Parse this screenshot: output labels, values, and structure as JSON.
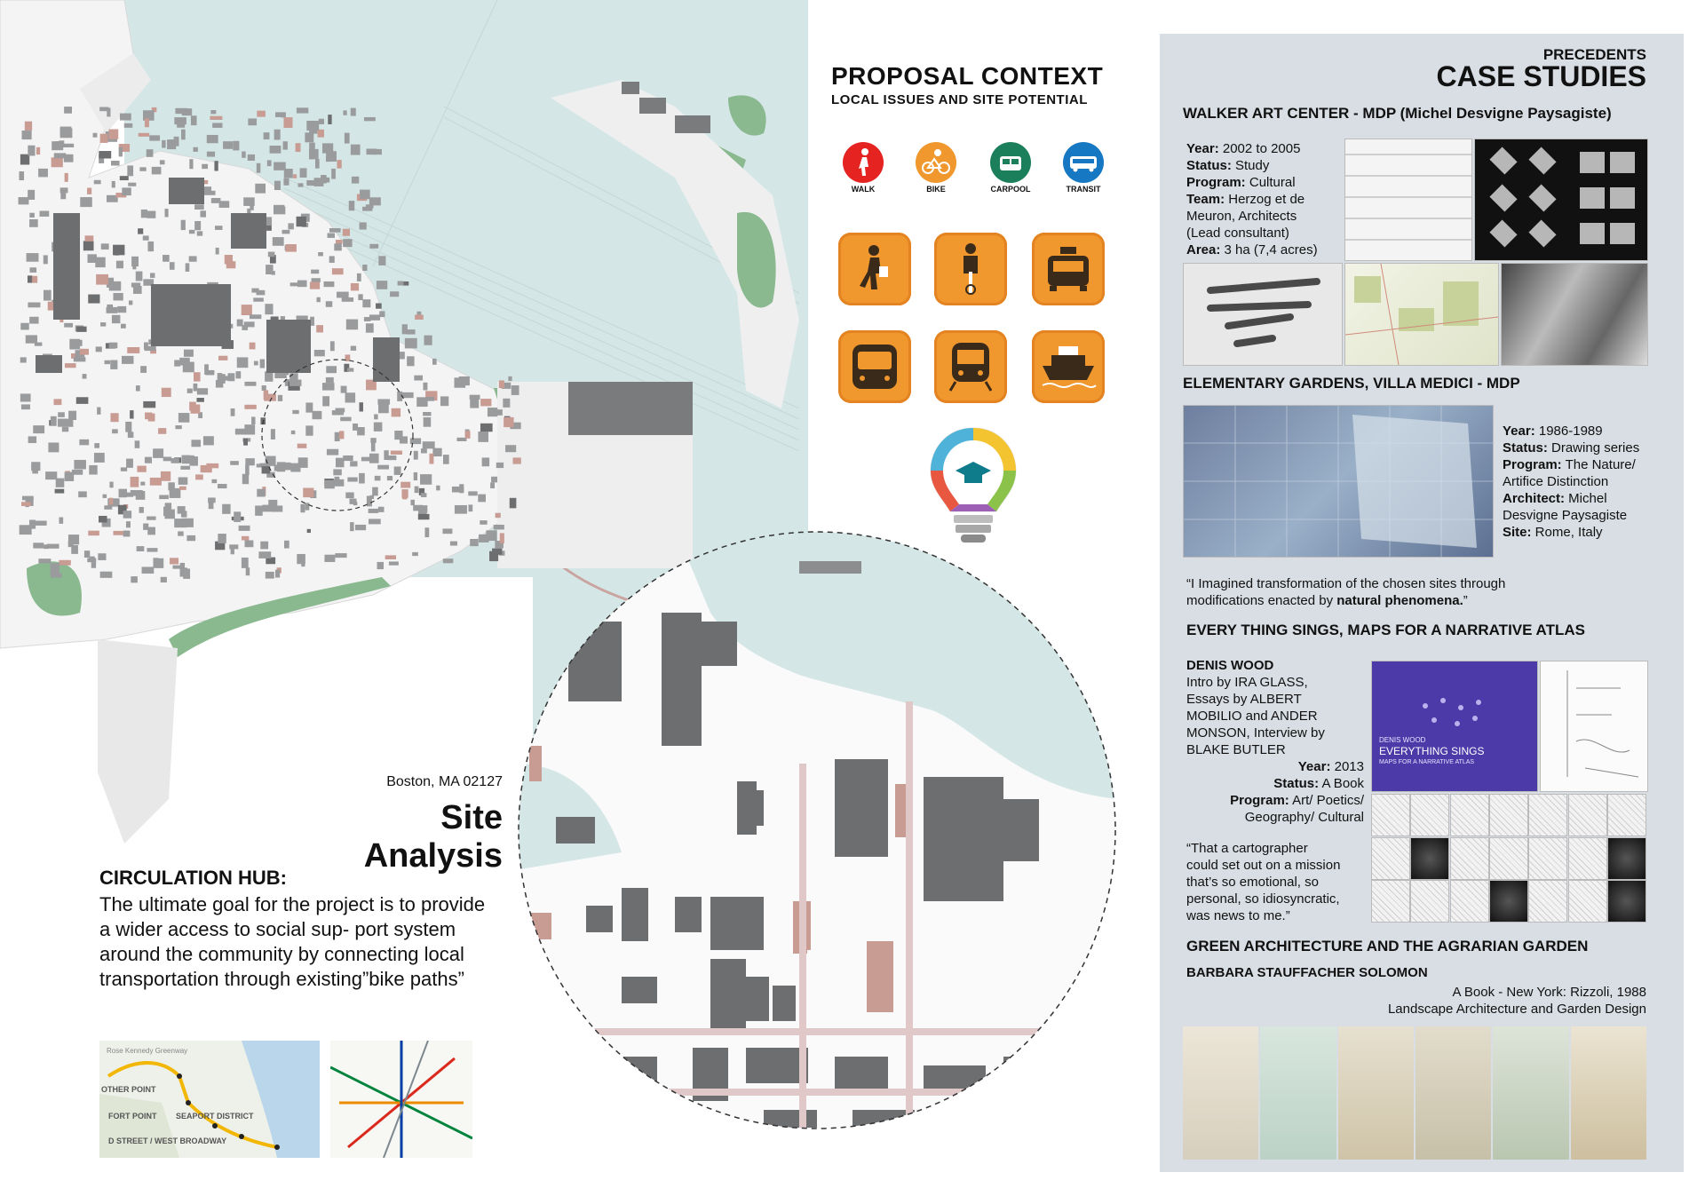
{
  "proposal": {
    "title": "PROPOSAL CONTEXT",
    "subtitle": "LOCAL ISSUES AND SITE POTENTIAL",
    "modes": [
      {
        "label": "WALK",
        "color": "#e52421",
        "icon": "walk-icon"
      },
      {
        "label": "BIKE",
        "color": "#f0972d",
        "icon": "bike-icon"
      },
      {
        "label": "CARPOOL",
        "color": "#1a7f5a",
        "icon": "carpool-icon"
      },
      {
        "label": "TRANSIT",
        "color": "#1678c2",
        "icon": "transit-icon"
      }
    ],
    "tiles": [
      "pedestrian-icon",
      "cyclist-icon",
      "taxi-icon",
      "bus-icon",
      "train-icon",
      "ferry-icon"
    ],
    "bulb_icon": "education-lightbulb-icon",
    "tile_color": "#f0972d"
  },
  "site": {
    "address": "Boston, MA 02127",
    "title": "Site Analysis",
    "hub_title": "CIRCULATION HUB:",
    "hub_body": "The ultimate goal for the project is to provide a wider access to social sup- port system around the community by connecting local transportation through existing”bike paths”",
    "mini_map_labels": [
      "FORT POINT",
      "SEAPORT DISTRICT",
      "D STREET / WEST BROADWAY",
      "OTHER POINT",
      "Rose Kennedy Greenway"
    ]
  },
  "colors": {
    "water": "#d4e7e6",
    "building": "#6d6e70",
    "green": "#8ab88f",
    "red": "#c89b93",
    "panel": "#d8dee4"
  },
  "precedents": {
    "eyebrow": "PRECEDENTS",
    "title": "CASE STUDIES",
    "walker": {
      "heading": "WALKER ART CENTER - MDP (Michel Desvigne Paysagiste)",
      "lines": [
        {
          "k": "Year:",
          "v": " 2002 to 2005"
        },
        {
          "k": "Status:",
          "v": " Study"
        },
        {
          "k": "Program:",
          "v": " Cultural"
        },
        {
          "k": "Team:",
          "v": " Herzog et de"
        },
        {
          "k": "",
          "v": "Meuron, Architects"
        },
        {
          "k": "",
          "v": "(Lead consultant)"
        },
        {
          "k": "Area:",
          "v": " 3 ha (7,4 acres)"
        }
      ]
    },
    "medici": {
      "heading": "ELEMENTARY GARDENS, VILLA MEDICI - MDP",
      "lines": [
        {
          "k": "Year:",
          "v": " 1986-1989"
        },
        {
          "k": "Status:",
          "v": " Drawing series"
        },
        {
          "k": "Program:",
          "v": " The Nature/"
        },
        {
          "k": "",
          "v": "Artifice Distinction"
        },
        {
          "k": "Architect:",
          "v": " Michel"
        },
        {
          "k": "",
          "v": "Desvigne Paysagiste"
        },
        {
          "k": "Site:",
          "v": " Rome, Italy"
        }
      ],
      "quote_1": "“I Imagined transformation of the chosen sites through",
      "quote_2a": "modifications enacted by ",
      "quote_2b": "natural phenomena.",
      "quote_2c": "”"
    },
    "sings": {
      "heading": "EVERY THING SINGS, MAPS FOR A NARRATIVE ATLAS",
      "author_lines": [
        {
          "k": "DENIS WOOD",
          "v": ""
        },
        {
          "k": "",
          "v": "Intro by IRA GLASS,"
        },
        {
          "k": "",
          "v": "Essays by ALBERT"
        },
        {
          "k": "",
          "v": "MOBILIO and ANDER"
        },
        {
          "k": "",
          "v": "MONSON, Interview by"
        },
        {
          "k": "",
          "v": "BLAKE BUTLER"
        }
      ],
      "meta_lines": [
        {
          "k": "Year:",
          "v": " 2013"
        },
        {
          "k": "Status:",
          "v": " A Book"
        },
        {
          "k": "Program:",
          "v": " Art/ Poetics/"
        },
        {
          "k": "",
          "v": "Geography/ Cultural"
        }
      ],
      "quote_lines": [
        "“That a cartographer",
        "could set out on a mission",
        "that’s so emotional, so",
        "personal, so idiosyncratic,",
        "was news to me.”"
      ],
      "book_author": "DENIS WOOD",
      "book_title": "EVERYTHING SINGS",
      "book_sub": "MAPS FOR A NARRATIVE ATLAS",
      "book_color": "#4b3aa8"
    },
    "green": {
      "heading": "GREEN ARCHITECTURE AND THE AGRARIAN GARDEN",
      "author": "BARBARA STAUFFACHER SOLOMON",
      "line_1": "A Book - New York: Rizzoli, 1988",
      "line_2": "Landscape Architecture and Garden Design"
    }
  }
}
